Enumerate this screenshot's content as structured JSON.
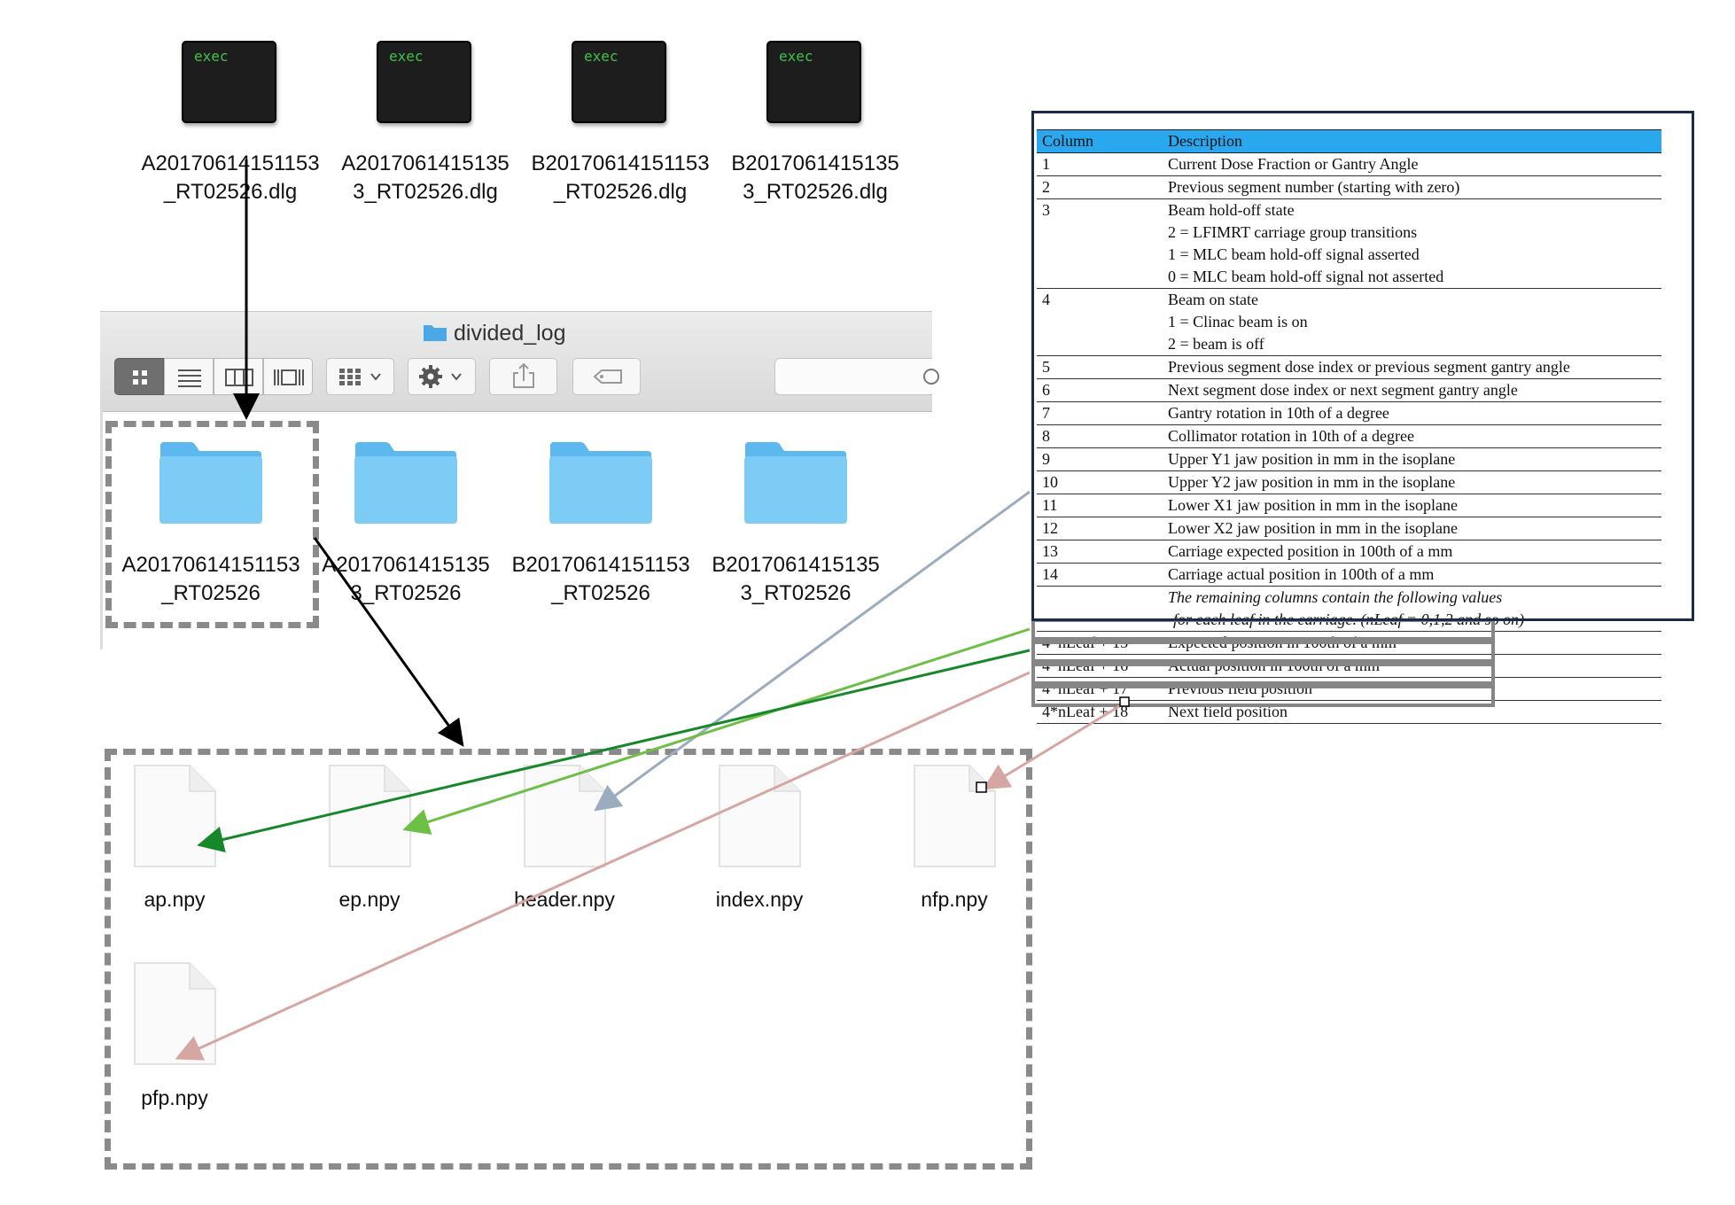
{
  "exec_files": [
    {
      "icon_text": "exec",
      "name_line1": "A20170614151153",
      "name_line2": "_RT02526.dlg"
    },
    {
      "icon_text": "exec",
      "name_line1": "A2017061415135",
      "name_line2": "3_RT02526.dlg"
    },
    {
      "icon_text": "exec",
      "name_line1": "B20170614151153",
      "name_line2": "_RT02526.dlg"
    },
    {
      "icon_text": "exec",
      "name_line1": "B2017061415135",
      "name_line2": "3_RT02526.dlg"
    }
  ],
  "finder": {
    "title": "divided_log",
    "folders": [
      {
        "name_line1": "A20170614151153",
        "name_line2": "_RT02526"
      },
      {
        "name_line1": "A2017061415135",
        "name_line2": "3_RT02526"
      },
      {
        "name_line1": "B20170614151153",
        "name_line2": "_RT02526"
      },
      {
        "name_line1": "B2017061415135",
        "name_line2": "3_RT02526"
      }
    ]
  },
  "npy_files": [
    "ap.npy",
    "ep.npy",
    "header.npy",
    "index.npy",
    "nfp.npy",
    "pfp.npy"
  ],
  "table": {
    "headers": [
      "Column",
      "Description"
    ],
    "rows": [
      {
        "col": "1",
        "lines": [
          "Current Dose Fraction or Gantry Angle"
        ]
      },
      {
        "col": "2",
        "lines": [
          "Previous segment number (starting with zero)"
        ]
      },
      {
        "col": "3",
        "lines": [
          "Beam hold-off state",
          "2 = LFIMRT carriage group transitions",
          "1 = MLC beam hold-off signal asserted",
          "0 = MLC beam hold-off signal not asserted"
        ]
      },
      {
        "col": "4",
        "lines": [
          "Beam on state",
          "1 = Clinac beam is on",
          "2 = beam is off"
        ]
      },
      {
        "col": "5",
        "lines": [
          "Previous segment dose index or previous segment gantry angle"
        ]
      },
      {
        "col": "6",
        "lines": [
          "Next segment dose index or next segment gantry angle"
        ]
      },
      {
        "col": "7",
        "lines": [
          "Gantry rotation in 10th of a degree"
        ]
      },
      {
        "col": "8",
        "lines": [
          "Collimator rotation in 10th of a degree"
        ]
      },
      {
        "col": "9",
        "lines": [
          "Upper Y1 jaw position in mm in the isoplane"
        ]
      },
      {
        "col": "10",
        "lines": [
          "Upper Y2 jaw position in mm in the isoplane"
        ]
      },
      {
        "col": "11",
        "lines": [
          "Lower X1 jaw position in mm in the isoplane"
        ]
      },
      {
        "col": "12",
        "lines": [
          "Lower X2 jaw position in mm in the isoplane"
        ]
      },
      {
        "col": "13",
        "lines": [
          "Carriage expected position in 100th of a mm"
        ]
      },
      {
        "col": "14",
        "lines": [
          "Carriage actual position in 100th of a mm"
        ]
      }
    ],
    "note_lines": [
      "The remaining columns contain the following values",
      "for each leaf in the carriage.  (nLeaf = 0,1,2 and so on)"
    ],
    "leaf_rows": [
      {
        "col": "4*nLeaf + 15",
        "desc": "Expected position in 100th of a mm"
      },
      {
        "col": "4*nLeaf + 16",
        "desc": "Actual position in 100th of a mm"
      },
      {
        "col": "4*nLeaf + 17",
        "desc": "Previous field position"
      },
      {
        "col": "4*nLeaf + 18",
        "desc": "Next field position"
      }
    ]
  },
  "colors": {
    "header_row": "#29a8f0",
    "folder": "#74c6f3",
    "arrow_dark_green": "#17882a",
    "arrow_light_green": "#6ebf46",
    "arrow_gray_blue": "#9aacbd",
    "arrow_pink": "#d6a6a3",
    "exec_text": "#3ec24c"
  }
}
